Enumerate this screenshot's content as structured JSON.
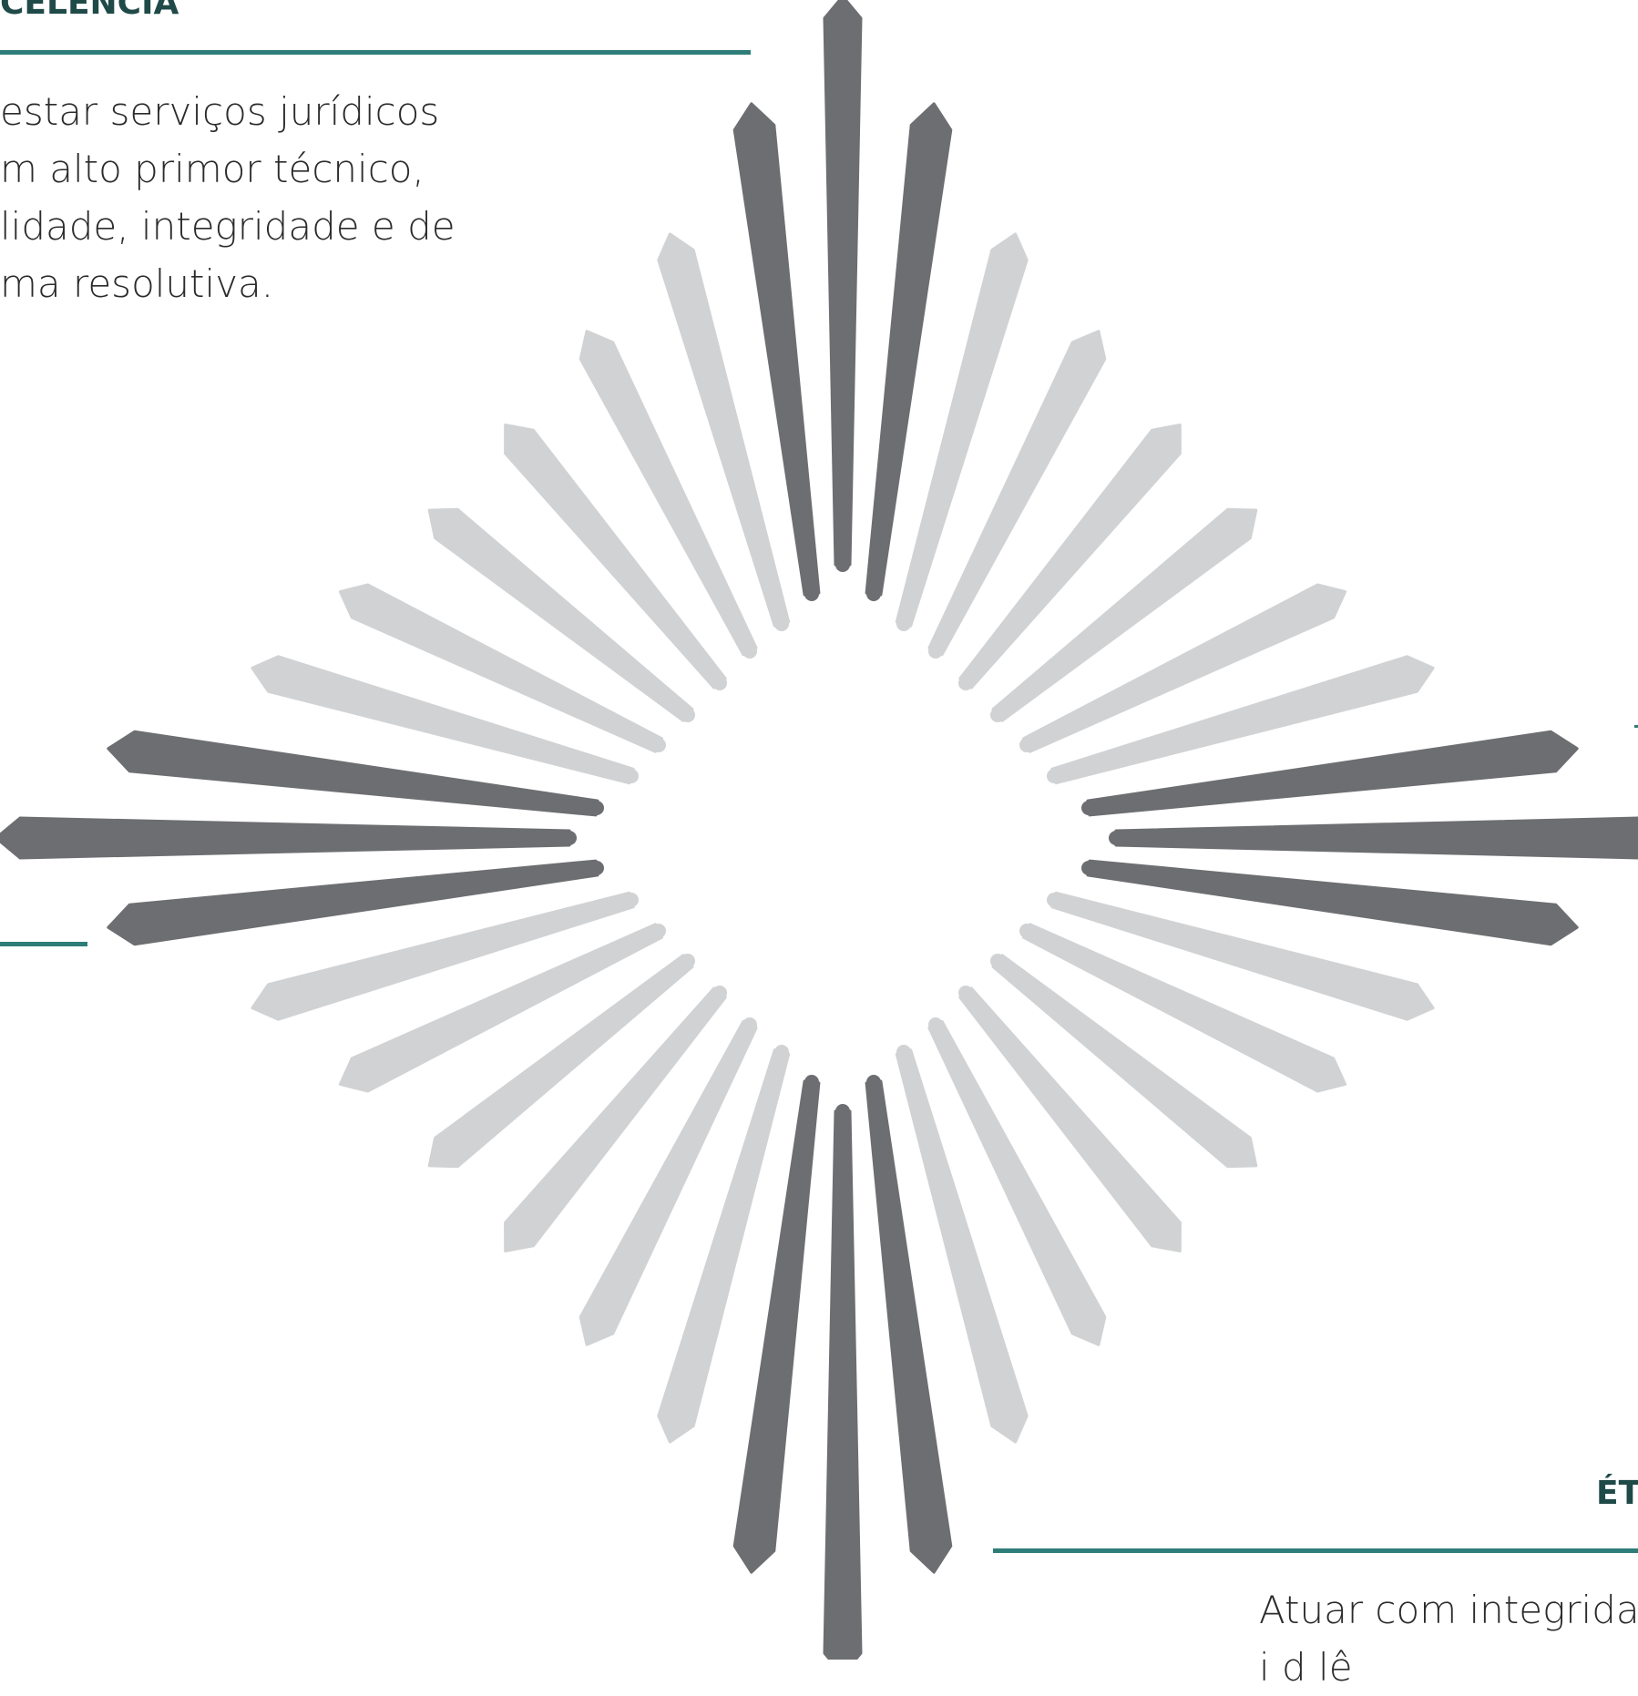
{
  "top_left": {
    "heading": "CELÊNCIA",
    "lines": [
      "estar serviços jurídicos",
      "m alto primor técnico,",
      "lidade, integridade e de",
      "ma resolutiva."
    ]
  },
  "bottom_right": {
    "heading": "ÉT",
    "lines": [
      "Atuar com integridad",
      "i        d     lê"
    ]
  },
  "colors": {
    "accent_line": "#2e7d79",
    "heading_text": "#1f4a48",
    "body_text": "#2b2b2b",
    "ray_dark": "#6d6e71",
    "ray_light": "#d1d2d4",
    "background": "#ffffff"
  }
}
